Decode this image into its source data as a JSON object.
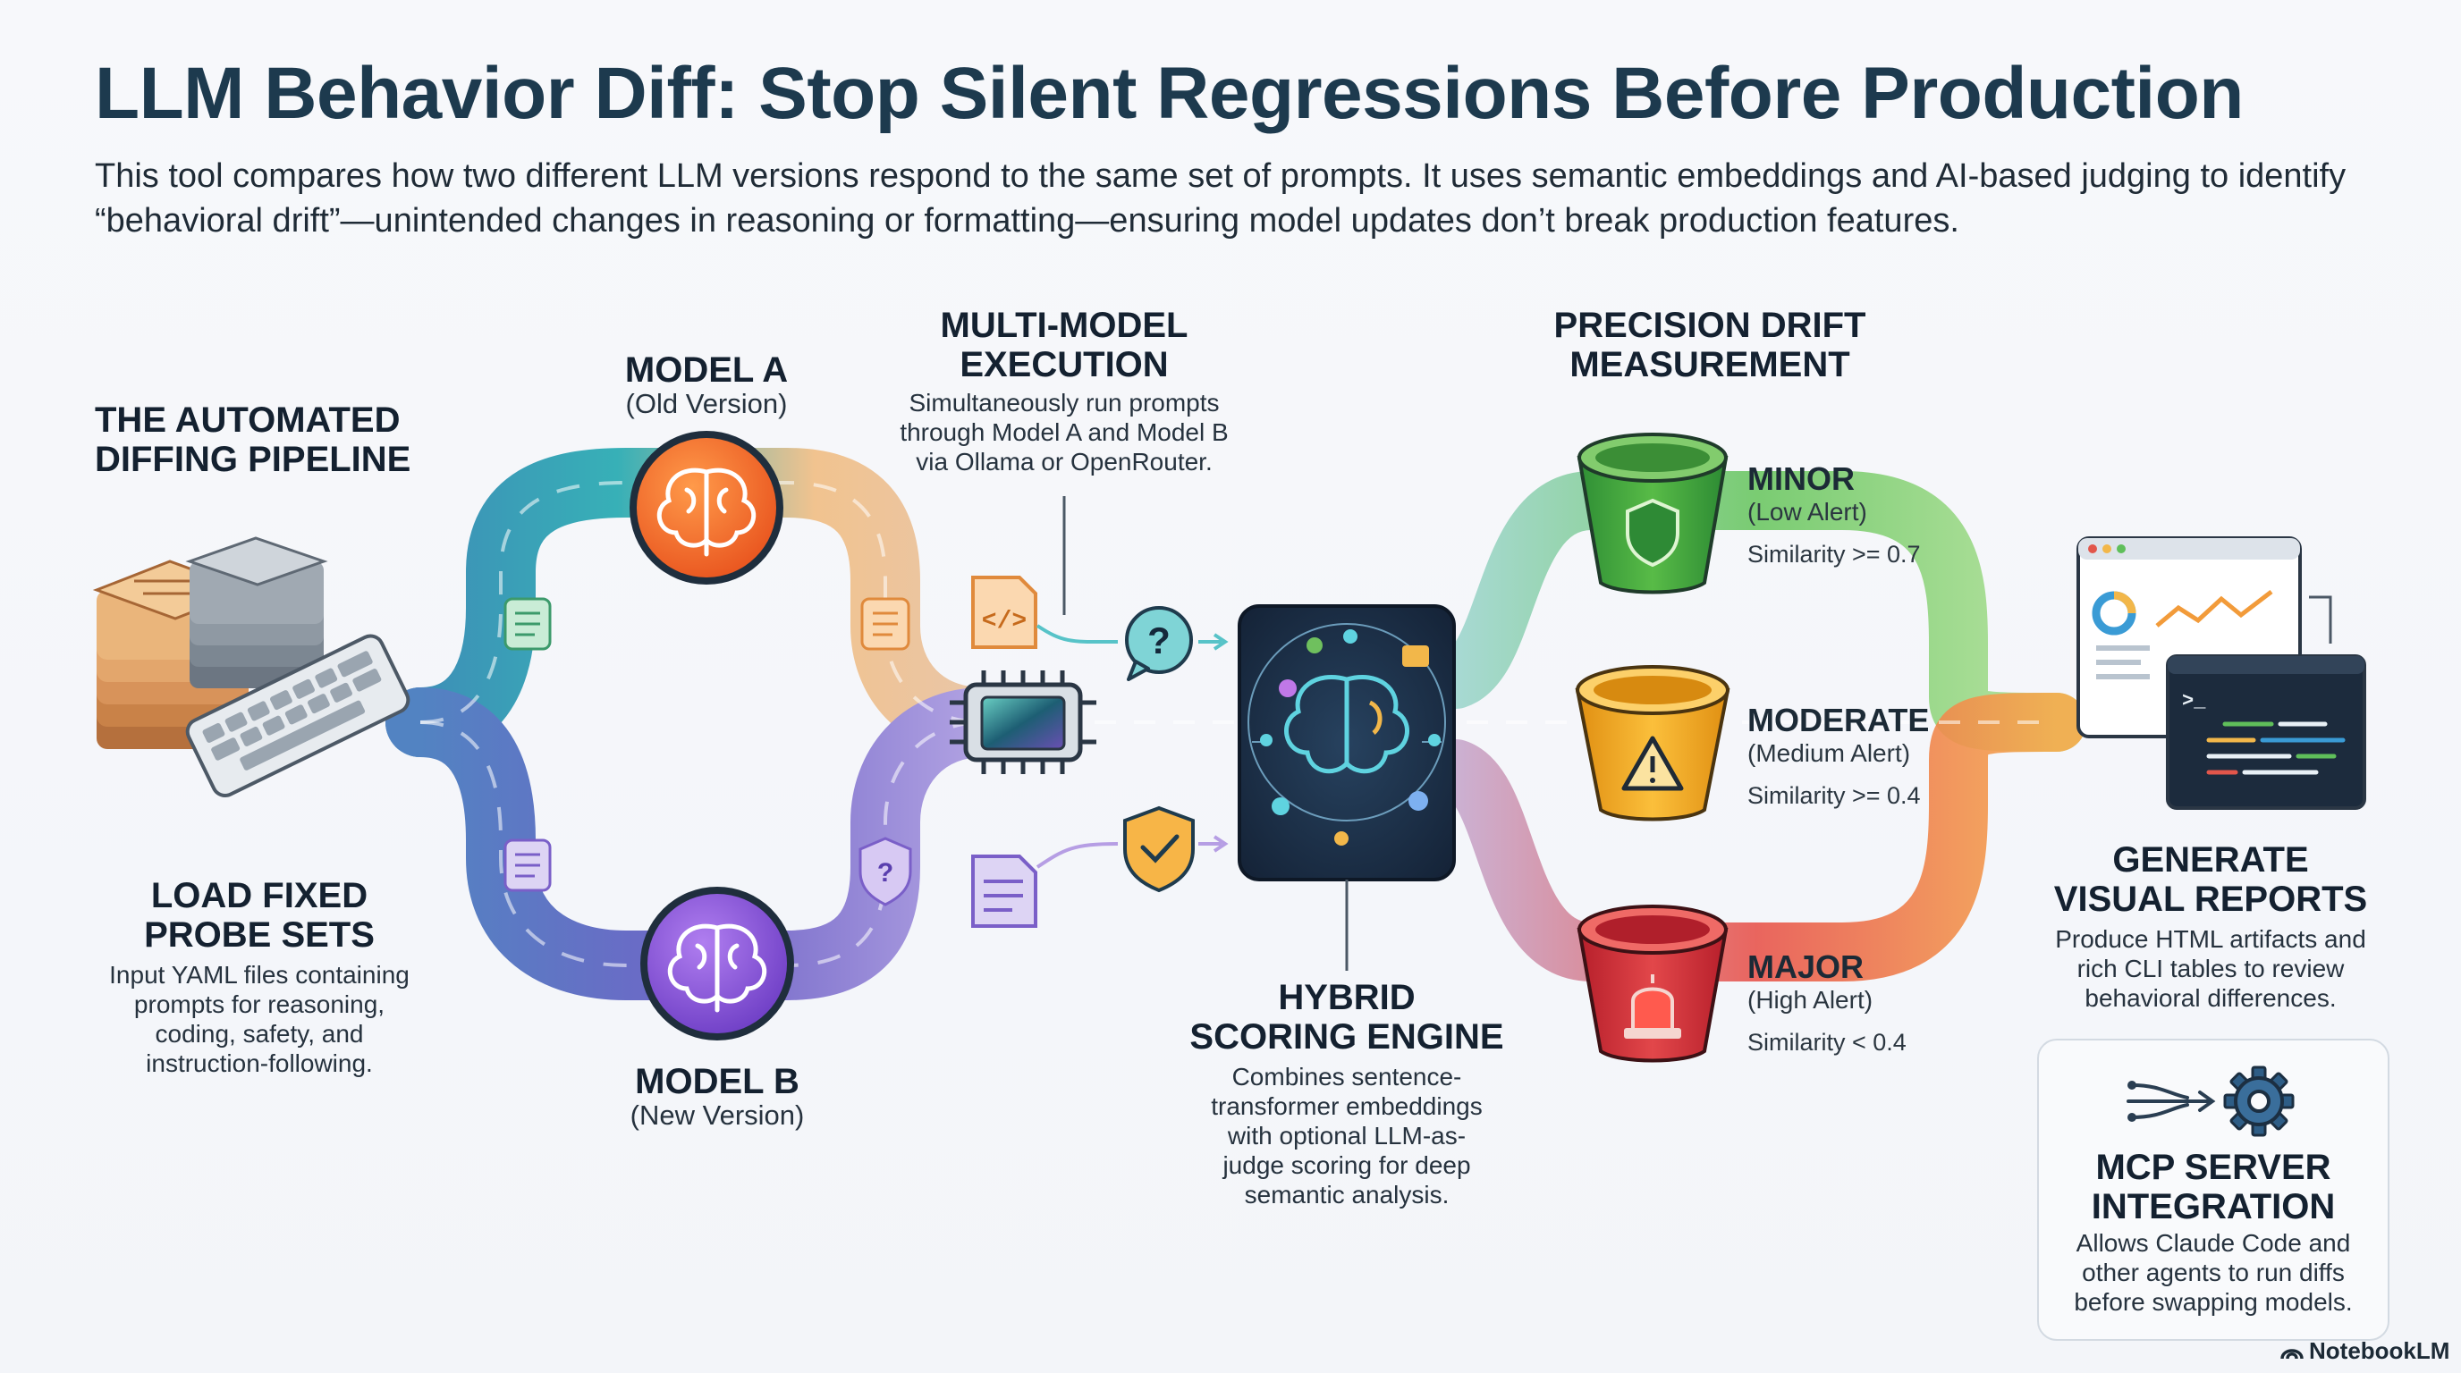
{
  "header": {
    "title": "LLM Behavior Diff: Stop Silent Regressions Before Production",
    "subtitle": "This tool compares how two different LLM versions respond to the same set of prompts. It uses semantic embeddings and AI-based judging to identify “behavioral drift”—unintended changes in reasoning or formatting—ensuring model updates don’t break production features."
  },
  "pipeline": {
    "title_line1": "THE AUTOMATED",
    "title_line2": "DIFFING PIPELINE"
  },
  "probe_sets": {
    "title_line1": "LOAD FIXED",
    "title_line2": "PROBE SETS",
    "desc_line1": "Input YAML files containing",
    "desc_line2": "prompts for reasoning,",
    "desc_line3": "coding, safety, and",
    "desc_line4": "instruction-following."
  },
  "model_a": {
    "title": "MODEL A",
    "version": "(Old Version)"
  },
  "model_b": {
    "title": "MODEL B",
    "version": "(New Version)"
  },
  "execution": {
    "title_line1": "MULTI-MODEL",
    "title_line2": "EXECUTION",
    "desc_line1": "Simultaneously run prompts",
    "desc_line2": "through Model A and Model B",
    "desc_line3": "via Ollama or OpenRouter."
  },
  "scoring": {
    "title_line1": "HYBRID",
    "title_line2": "SCORING ENGINE",
    "desc_line1": "Combines sentence-",
    "desc_line2": "transformer embeddings",
    "desc_line3": "with optional LLM-as-",
    "desc_line4": "judge scoring for deep",
    "desc_line5": "semantic analysis."
  },
  "drift": {
    "title_line1": "PRECISION DRIFT",
    "title_line2": "MEASUREMENT",
    "tiers": [
      {
        "name": "MINOR",
        "alert": "(Low Alert)",
        "similarity": "Similarity >= 0.7"
      },
      {
        "name": "MODERATE",
        "alert": "(Medium Alert)",
        "similarity": "Similarity >= 0.4"
      },
      {
        "name": "MAJOR",
        "alert": "(High Alert)",
        "similarity": "Similarity < 0.4"
      }
    ]
  },
  "reports": {
    "title_line1": "GENERATE",
    "title_line2": "VISUAL REPORTS",
    "desc_line1": "Produce HTML artifacts and",
    "desc_line2": "rich CLI tables to review",
    "desc_line3": "behavioral differences."
  },
  "mcp": {
    "title_line1": "MCP SERVER",
    "title_line2": "INTEGRATION",
    "desc_line1": "Allows Claude Code and",
    "desc_line2": "other agents to run diffs",
    "desc_line3": "before swapping models."
  },
  "brand": "NotebookLM",
  "colors": {
    "title": "#1d3a4e",
    "model_a": "#f26b2f",
    "model_b": "#8a4fd6",
    "minor": "#3fa23f",
    "moderate": "#f2a21a",
    "major": "#d22f35",
    "engine": "#1a2a3e",
    "path_top": "#3bb3b9",
    "path_bottom": "#7166c8"
  }
}
